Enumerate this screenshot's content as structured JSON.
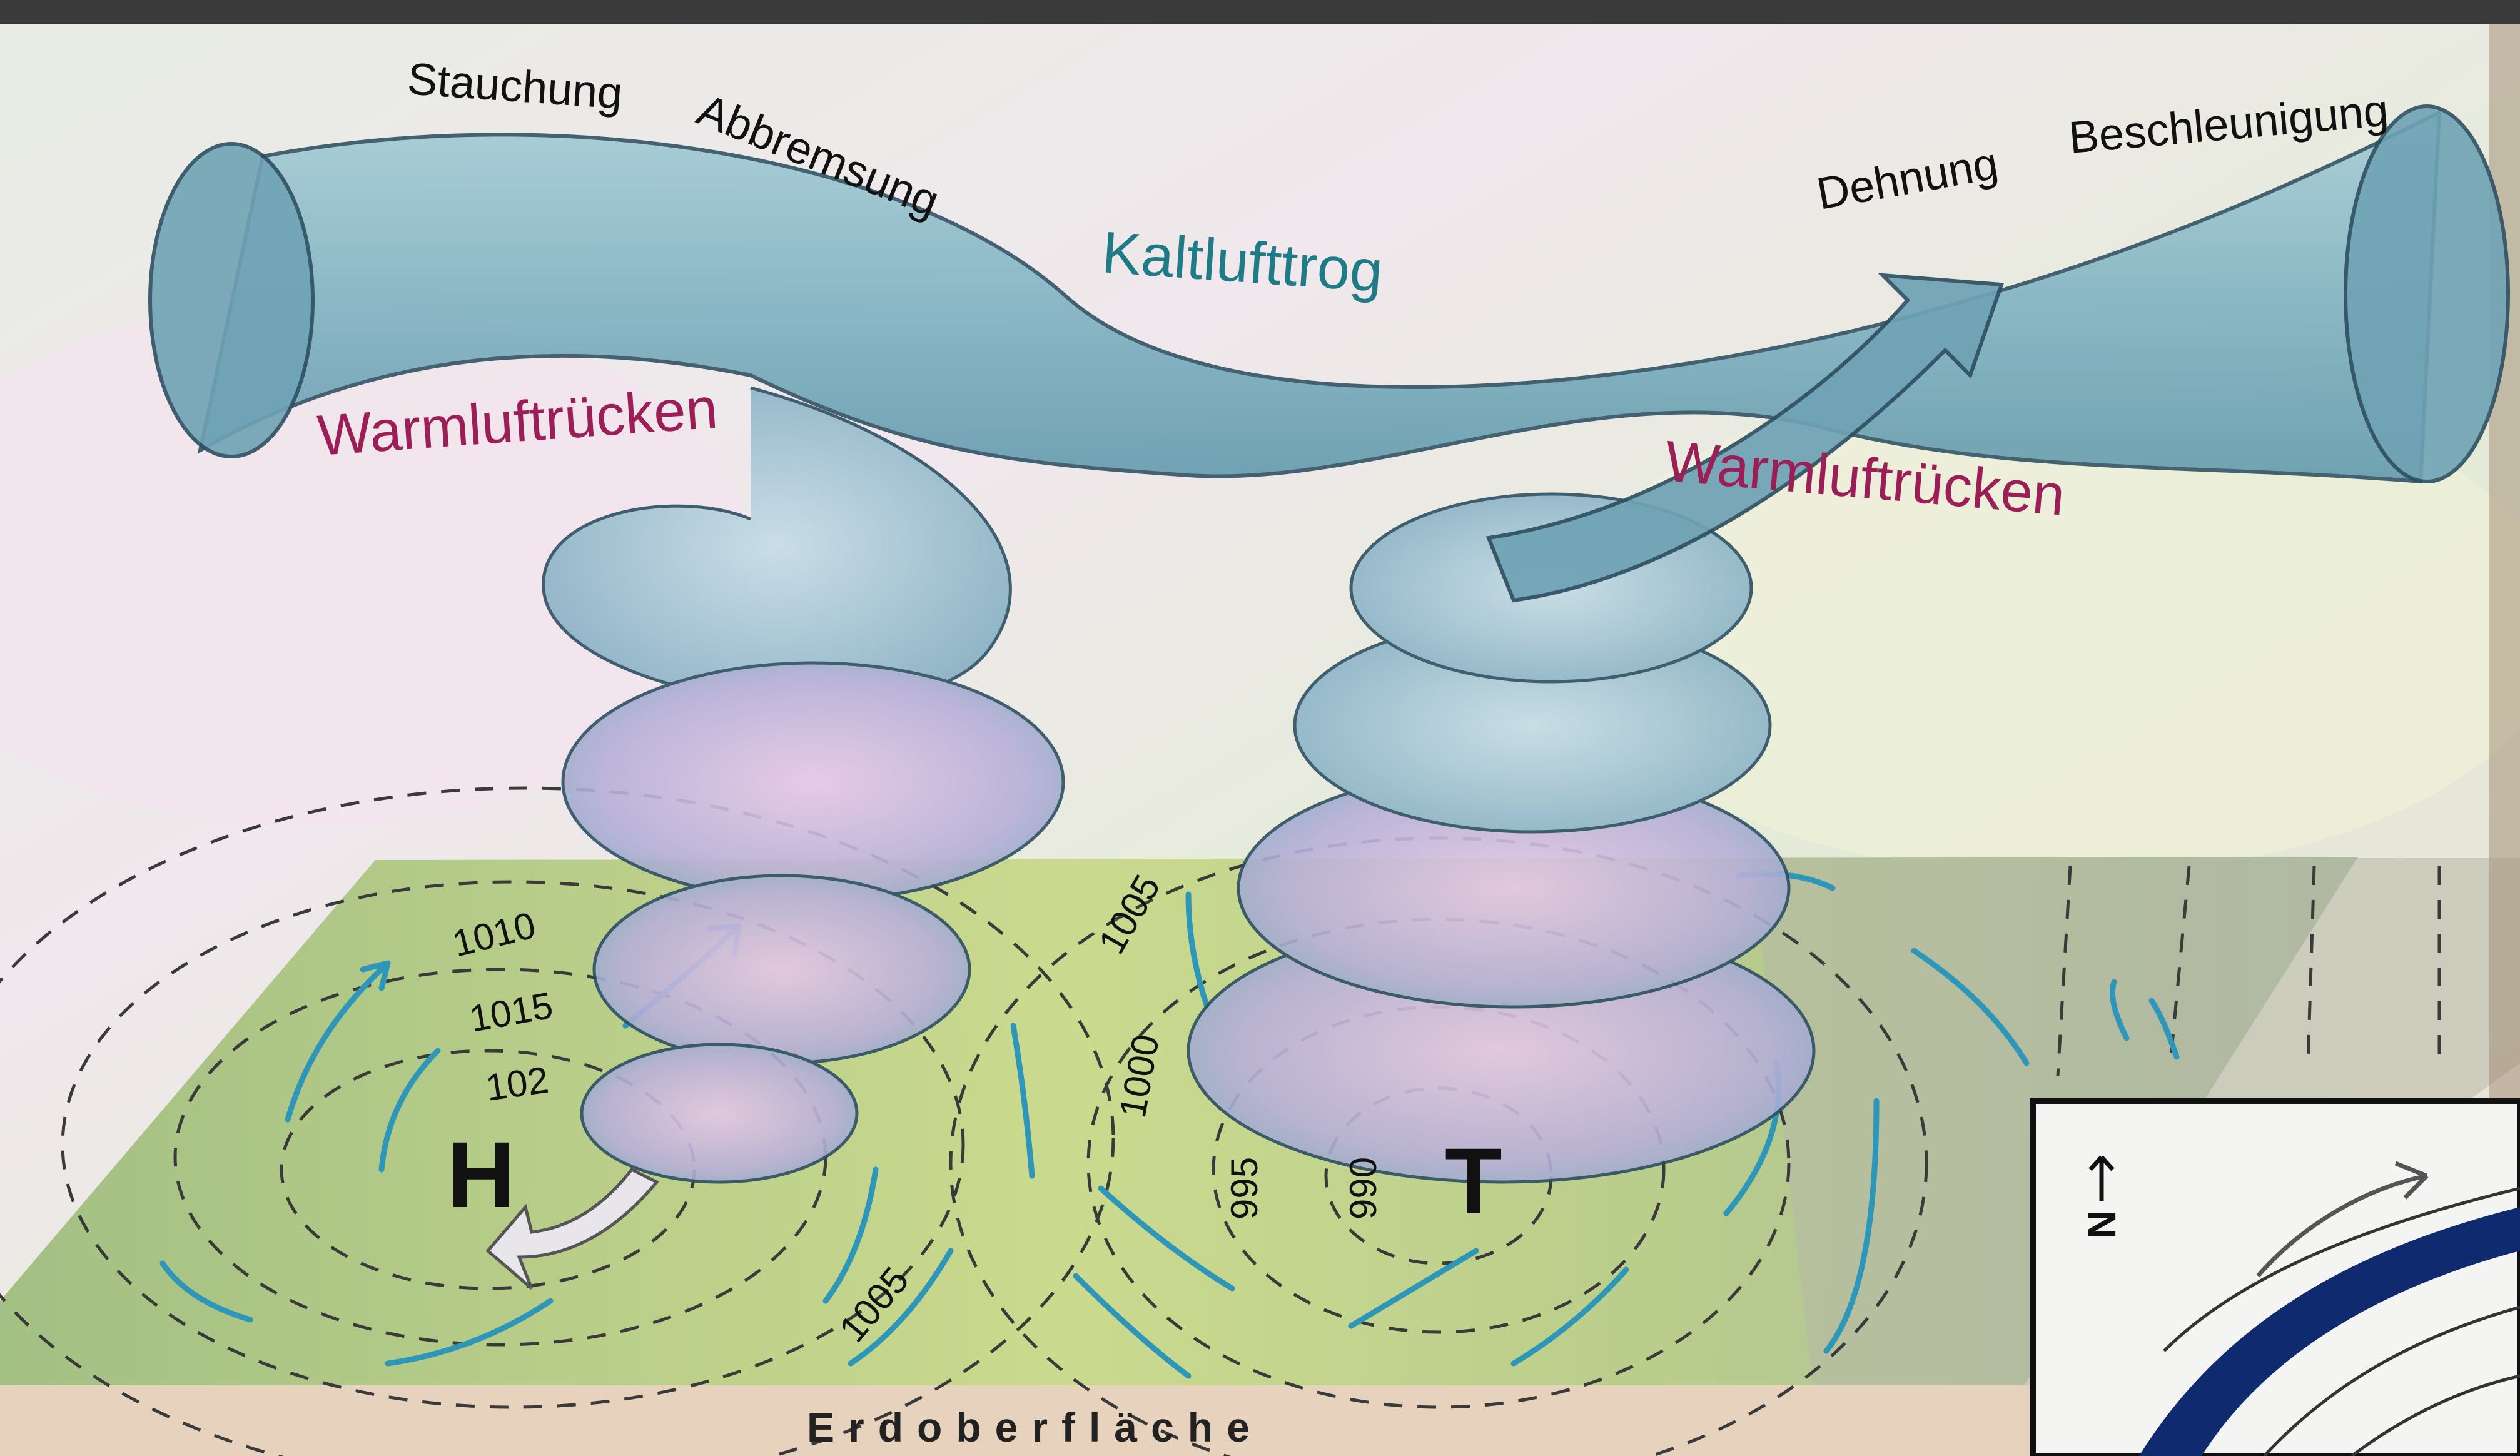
{
  "labels": {
    "stauchung": "Stauchung",
    "abbremsung": "Abbremsung",
    "kaltlufttrog": "Kaltlufttrog",
    "dehnung": "Dehnung",
    "beschleunigung": "Beschleunigung",
    "warmluftruecken_left": "Warmluftrücken",
    "warmluftruecken_right": "Warmluftrücken",
    "high": "H",
    "low": "T",
    "surface": "Erdoberfläche",
    "north": "N"
  },
  "isobars": {
    "h_1010": "1010",
    "h_1015": "1015",
    "h_102": "102",
    "h_1005": "1005",
    "t_1005": "1005",
    "t_1000": "1000",
    "t_995": "995",
    "t_990": "990"
  },
  "colors": {
    "tube": "#7fb4c4",
    "tube_edge": "#2d4f62",
    "warm_label": "#9b1f56",
    "cold_label": "#1f7b86",
    "arrow": "#2e96b8",
    "ground": "#a8c486"
  }
}
